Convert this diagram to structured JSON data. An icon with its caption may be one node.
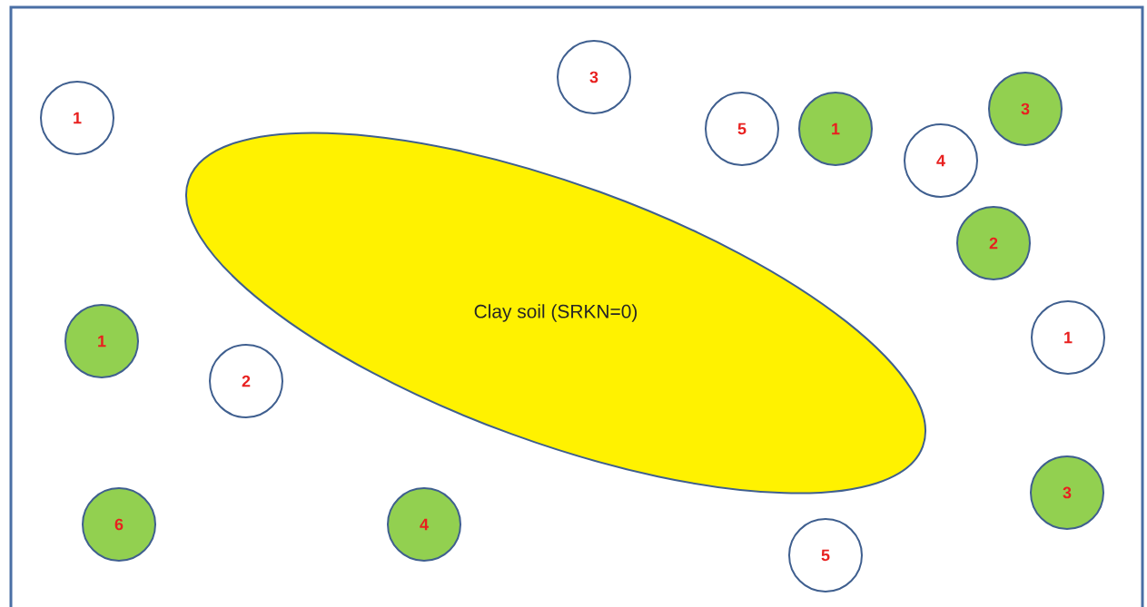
{
  "diagram": {
    "nodes": [
      {
        "text": [
          "Clay soil (SRKN=0)"
        ]
      },
      {
        "text": [
          "3"
        ]
      },
      {
        "text": [
          "3"
        ]
      },
      {
        "text": [
          "1"
        ]
      },
      {
        "text": [
          "5"
        ]
      },
      {
        "text": [
          "1"
        ]
      },
      {
        "text": [
          "4"
        ]
      },
      {
        "text": [
          "2"
        ]
      },
      {
        "text": [
          "1"
        ]
      },
      {
        "text": [
          "1"
        ]
      },
      {
        "text": [
          "2"
        ]
      },
      {
        "text": [
          "3"
        ]
      },
      {
        "text": [
          "6"
        ]
      },
      {
        "text": [
          "4"
        ]
      },
      {
        "text": [
          "5"
        ]
      }
    ]
  }
}
